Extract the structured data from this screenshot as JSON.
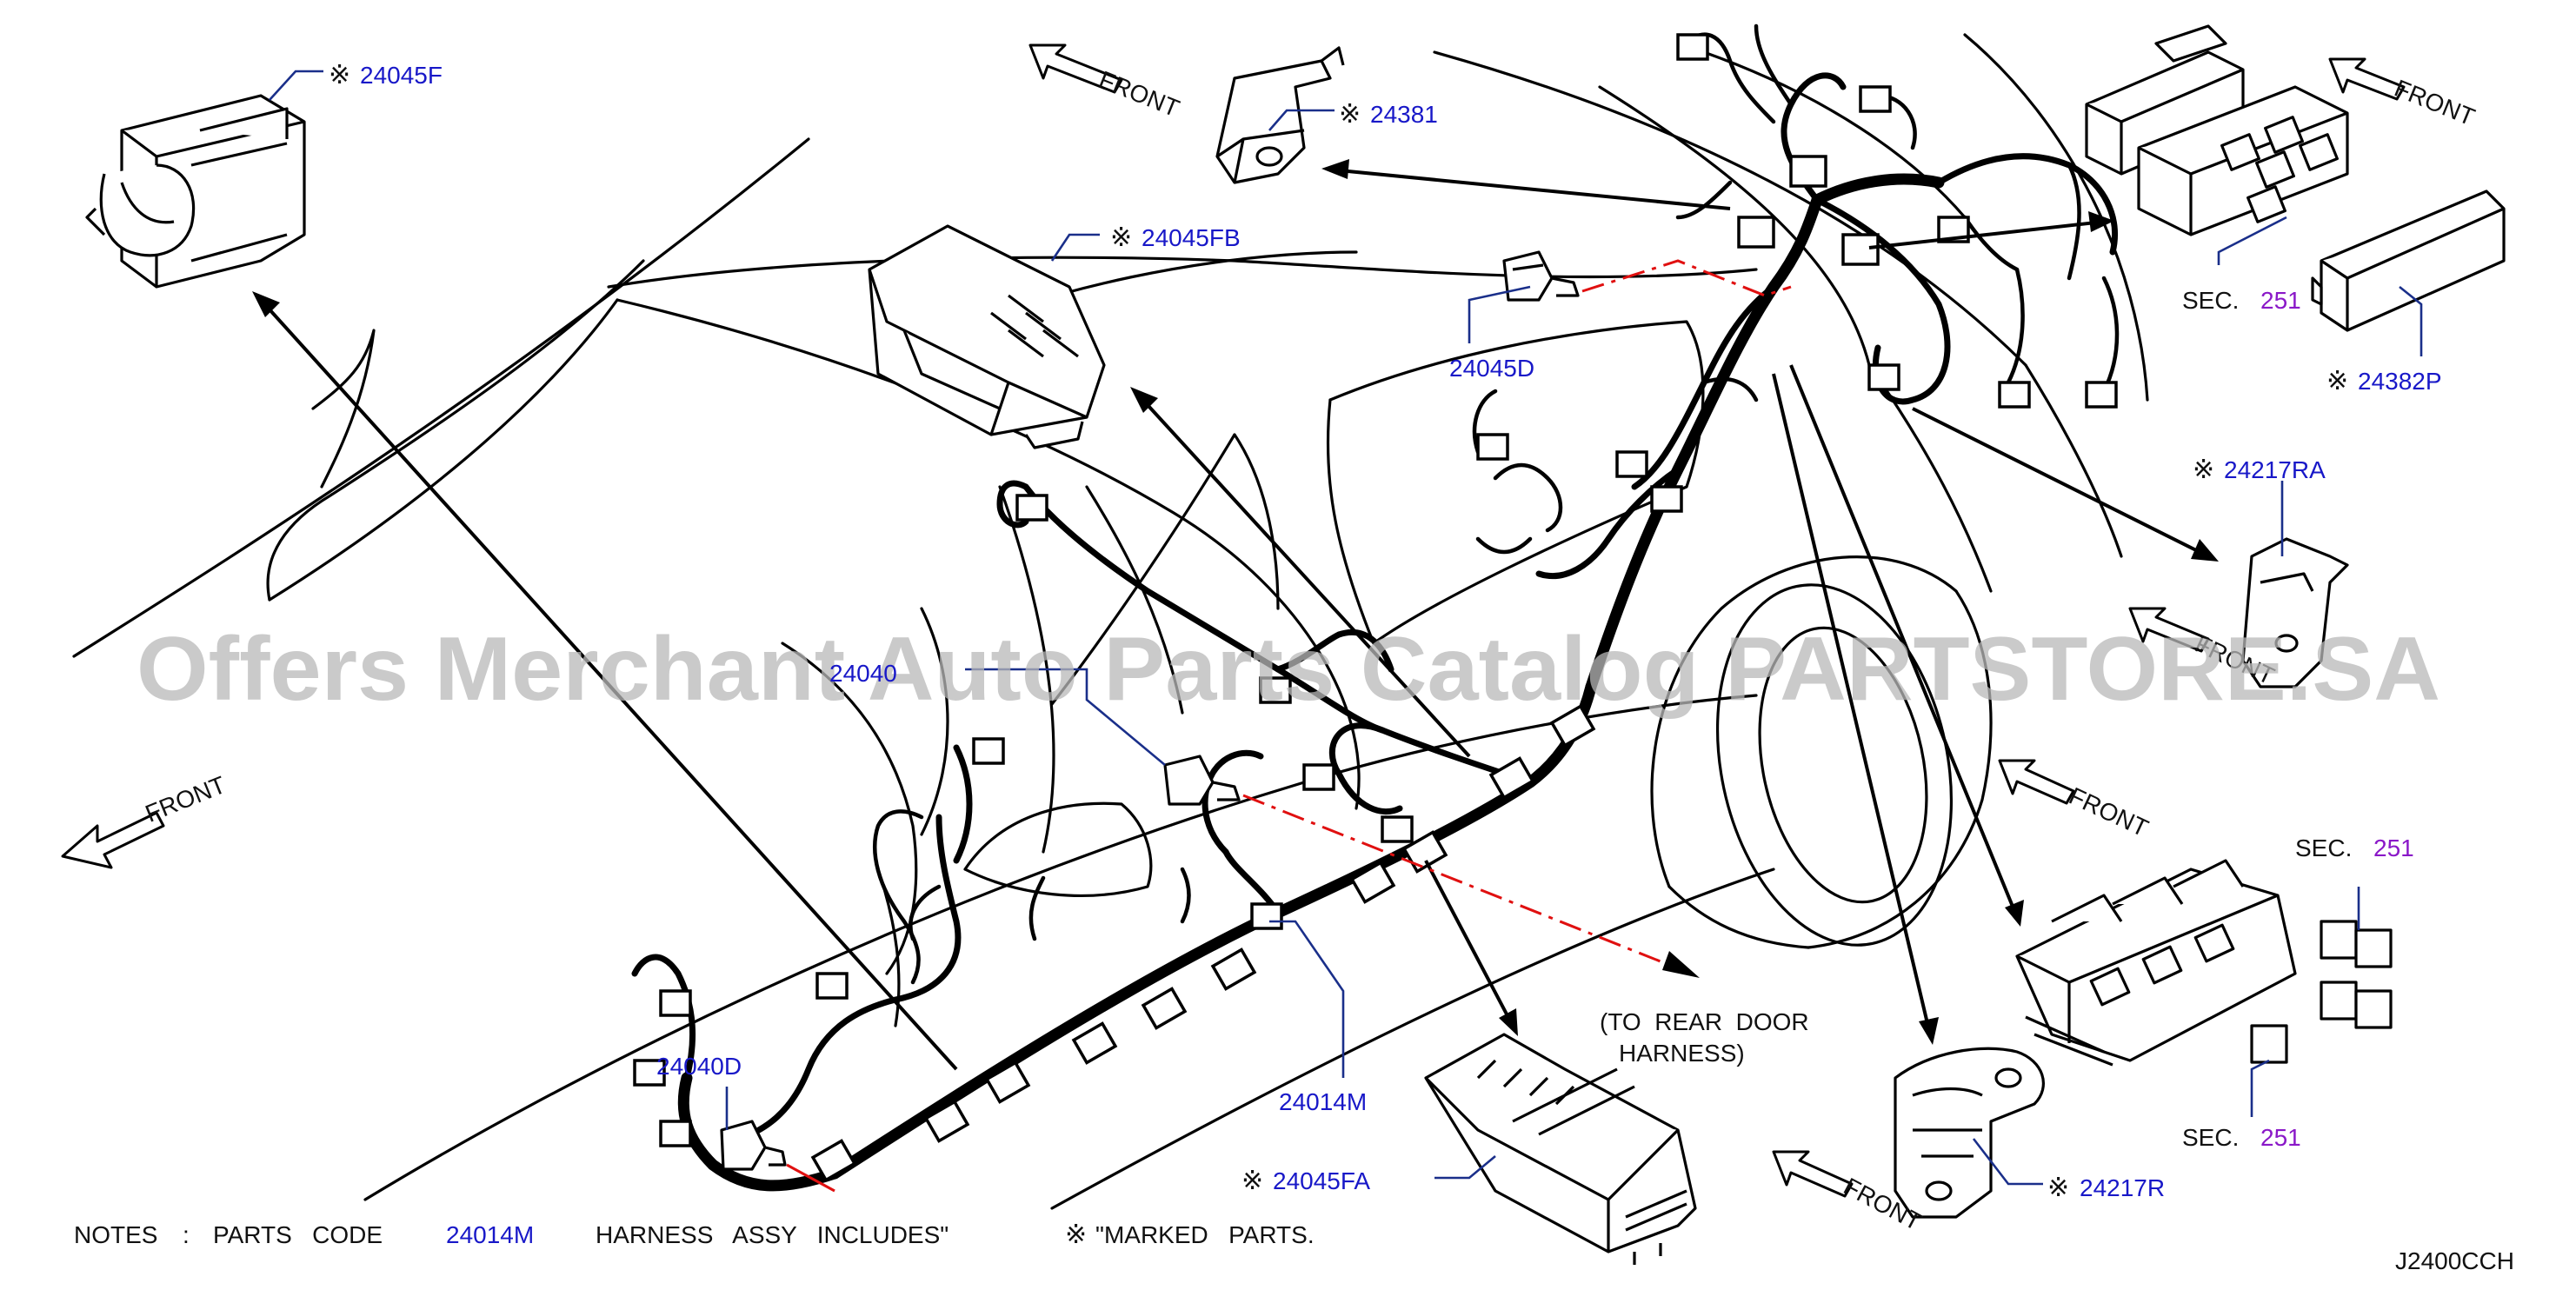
{
  "watermark": "Offers Merchant Auto Parts Catalog PARTSTORE.SA",
  "diagram_code": "J2400CCH",
  "mark_symbol": "※",
  "front_label": "FRONT",
  "parts": {
    "p24045F": "24045F",
    "p24045FB": "24045FB",
    "p24381": "24381",
    "p24045D": "24045D",
    "p24040": "24040",
    "p24040D": "24040D",
    "p24014M": "24014M",
    "p24045FA": "24045FA",
    "p24217R": "24217R",
    "p24217RA": "24217RA",
    "p24382P": "24382P"
  },
  "sec_label": "SEC.",
  "sec_number": "251",
  "rear_door": {
    "line1": "(TO  REAR  DOOR",
    "line2": "HARNESS)"
  },
  "notes": {
    "label": "NOTES",
    "colon": ":",
    "parts_code": "PARTS   CODE",
    "code": "24014M",
    "harness": "HARNESS   ASSY   INCLUDES\"",
    "marked": "\"MARKED   PARTS."
  }
}
